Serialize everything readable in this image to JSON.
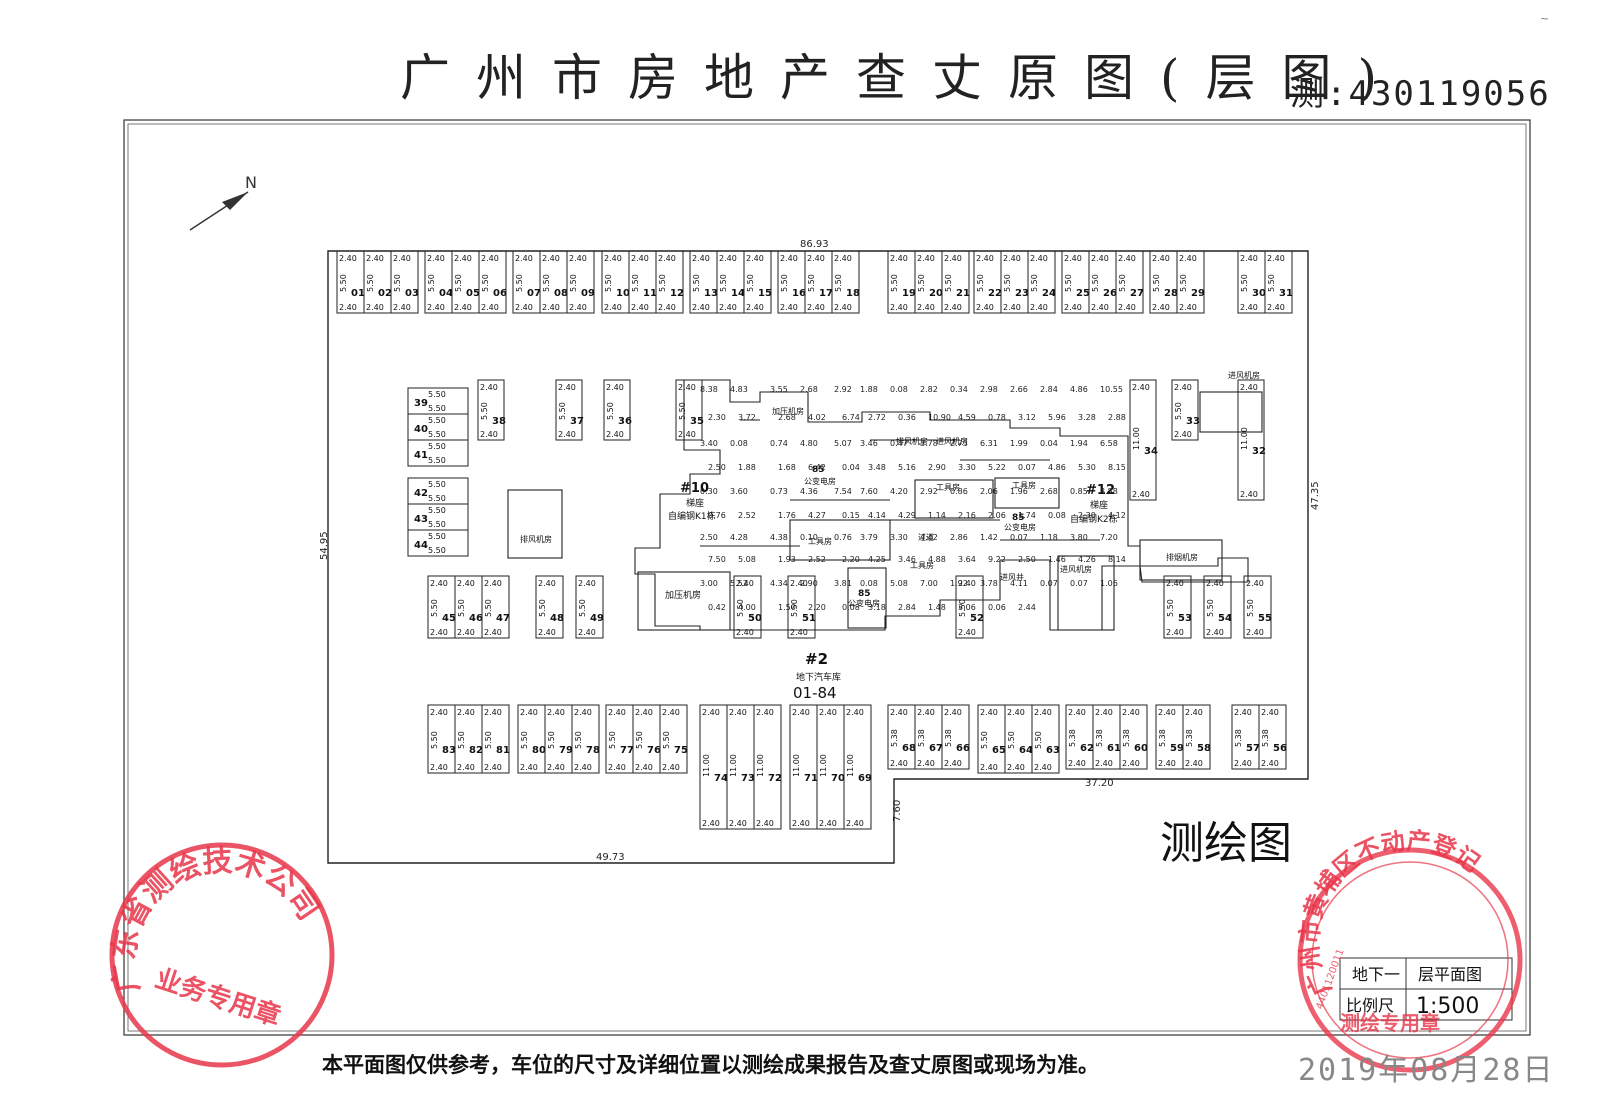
{
  "header": {
    "title": "广州市房地产查丈原图(层图)",
    "survey_no": "测:430119056",
    "corner_mark": "~"
  },
  "plan": {
    "north": "N",
    "building_number": "#2",
    "building_name": "地下汽车库",
    "unit_range": "01-84",
    "big_label": "测绘图",
    "dims": {
      "top_width": "86.93",
      "left_height": "54.95",
      "right_height": "47.35",
      "bottom_width": "49.73",
      "bottom_right_width": "37.20",
      "step_height": "7.60"
    },
    "stall_w": "2.40",
    "stall_len": "5.50",
    "stall_len_b": "5.38",
    "stall_long": "11.00",
    "cores": {
      "n10": "#10",
      "n10_sub1": "梯座",
      "n10_sub2": "自编钢K1栋",
      "n12": "#12",
      "n12_sub1": "梯座",
      "n12_sub2": "自编钢K2栋",
      "booster": "加压机房",
      "substation": "公变电房",
      "tool": "工具房",
      "exhaust": "排风机房",
      "intake": "进风机房",
      "smoke": "排烟机房",
      "corridor": "过道",
      "intake_well": "进风井",
      "num85": "85"
    },
    "inner_dims": [
      "8.38",
      "4.83",
      "3.55",
      "2.68",
      "2.92",
      "1.88",
      "0.08",
      "2.82",
      "0.34",
      "2.98",
      "2.66",
      "2.84",
      "4.86",
      "10.55",
      "2.30",
      "3.72",
      "2.68",
      "4.02",
      "6.74",
      "2.72",
      "0.36",
      "10.90",
      "4.59",
      "0.78",
      "3.12",
      "5.96",
      "3.28",
      "2.88",
      "3.40",
      "0.08",
      "0.74",
      "4.80",
      "5.07",
      "3.46",
      "0.47",
      "3.78",
      "2.73",
      "6.31",
      "1.99",
      "0.04",
      "1.94",
      "6.58",
      "2.50",
      "1.88",
      "1.68",
      "6.42",
      "0.04",
      "3.48",
      "5.16",
      "2.90",
      "3.30",
      "5.22",
      "0.07",
      "4.86",
      "5.30",
      "8.15",
      "0.30",
      "3.60",
      "0.73",
      "4.36",
      "7.54",
      "7.60",
      "4.20",
      "2.92",
      "0.86",
      "2.06",
      "1.96",
      "2.68",
      "0.85",
      "3.88",
      "0.76",
      "2.52",
      "1.76",
      "4.27",
      "0.15",
      "4.14",
      "4.29",
      "1.14",
      "2.16",
      "2.06",
      "1.74",
      "0.08",
      "2.30",
      "4.12",
      "2.50",
      "4.28",
      "4.38",
      "0.10",
      "0.76",
      "3.79",
      "3.30",
      "4.42",
      "2.86",
      "1.42",
      "0.07",
      "1.18",
      "3.80",
      "7.20",
      "7.50",
      "5.08",
      "1.93",
      "2.52",
      "2.20",
      "4.25",
      "3.46",
      "4.88",
      "3.64",
      "9.22",
      "2.50",
      "1.46",
      "4.26",
      "8.14",
      "3.00",
      "5.52",
      "4.34",
      "2.90",
      "3.81",
      "0.08",
      "5.08",
      "7.00",
      "1.92",
      "3.78",
      "4.11",
      "0.07",
      "0.07",
      "1.06",
      "0.42",
      "4.00",
      "1.50",
      "2.20",
      "0.08",
      "3.18",
      "2.84",
      "1.48",
      "3.06",
      "0.06",
      "2.44"
    ]
  },
  "stalls": {
    "top": [
      "01",
      "02",
      "03",
      "04",
      "05",
      "06",
      "07",
      "08",
      "09",
      "10",
      "11",
      "12",
      "13",
      "14",
      "15",
      "16",
      "17",
      "18",
      "19",
      "20",
      "21",
      "22",
      "23",
      "24",
      "25",
      "26",
      "27",
      "28",
      "29",
      "30",
      "31"
    ],
    "mid_upper": [
      "34",
      "33",
      "32",
      "35",
      "36",
      "37",
      "38"
    ],
    "left_col": [
      "39",
      "40",
      "41",
      "42",
      "43",
      "44"
    ],
    "mid_lower": [
      "45",
      "46",
      "47",
      "48",
      "49",
      "50",
      "51",
      "52",
      "53",
      "54",
      "55"
    ],
    "bottom": [
      "83",
      "82",
      "81",
      "80",
      "79",
      "78",
      "77",
      "76",
      "75",
      "74",
      "73",
      "72",
      "71",
      "70",
      "69",
      "68",
      "67",
      "66",
      "65",
      "64",
      "63",
      "62",
      "61",
      "60",
      "59",
      "58",
      "57",
      "56"
    ]
  },
  "legend": {
    "floor_label": "地下一",
    "floor_value": "层平面图",
    "scale_label": "比例尺",
    "scale_value": "1:500"
  },
  "seals": {
    "left_text": "广东省测绘技术公司",
    "left_sub": "业务专用章",
    "right_text": "广州市黄埔区不动产登记",
    "right_sub": "测绘专用章",
    "right_code": "4401120011"
  },
  "footer": {
    "disclaimer": "本平面图仅供参考，车位的尺寸及详细位置以测绘成果报告及查丈原图或现场为准。",
    "date": "2019年08月28日"
  },
  "colors": {
    "line": "#2a2a2a",
    "seal_red": "#e8364a"
  }
}
